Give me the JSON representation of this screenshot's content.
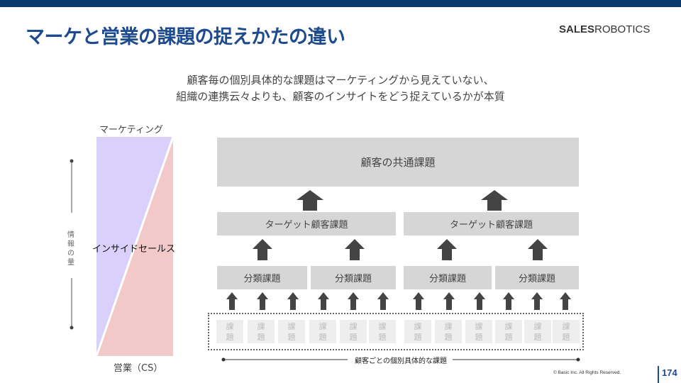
{
  "title": "マーケと営業の課題の捉えかたの違い",
  "logo": {
    "bold": "SALES",
    "light": "ROBOTICS"
  },
  "subtitle": [
    "顧客毎の個別具体的な課題はマーケティングから見えていない、",
    "組織の連携云々よりも、顧客のインサイトをどう捉えているかが本質"
  ],
  "left": {
    "top_label": "マーケティング",
    "middle_label": "インサイドセールス",
    "bottom_label": "営業（CS）",
    "axis_label": [
      "情",
      "報",
      "の",
      "量"
    ],
    "colors": {
      "marketing": "#d9d0fb",
      "sales": "#f1c9c9"
    }
  },
  "common": "顧客の共通課題",
  "targets": [
    "ターゲット顧客課題",
    "ターゲット顧客課題"
  ],
  "categories": [
    "分類課題",
    "分類課題",
    "分類課題",
    "分類課題"
  ],
  "cell": {
    "a": "課",
    "b": "題"
  },
  "individual_label": "顧客ごとの個別具体的な課題",
  "footer": {
    "copyright": "© Basic Inc. All Rights Reserved.",
    "page": "174"
  }
}
